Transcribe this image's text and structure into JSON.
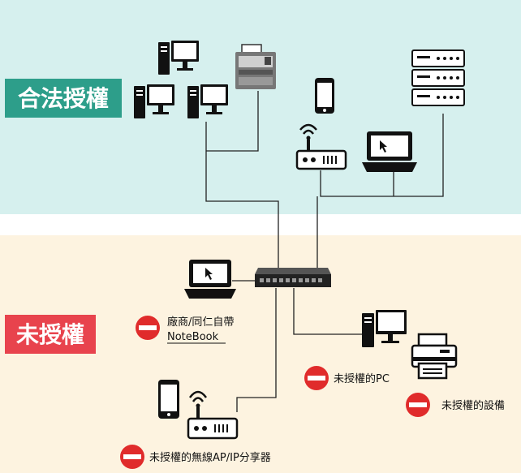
{
  "zones": {
    "authorized": {
      "label": "合法授權",
      "bg": "#d6f0ee",
      "badge_color": "#2d9e8a"
    },
    "unauthorized": {
      "label": "未授權",
      "bg": "#fdf3e0",
      "badge_color": "#e8434d"
    }
  },
  "labels": {
    "vendor_line1": "廠商/同仁自帶",
    "vendor_line2": "NoteBook",
    "unauth_pc": "未授權的PC",
    "unauth_device": "未授權的設備",
    "unauth_ap": "未授權的無線AP/IP分享器"
  },
  "colors": {
    "line": "#222222",
    "icon": "#111111",
    "block": "#e02b2b"
  }
}
